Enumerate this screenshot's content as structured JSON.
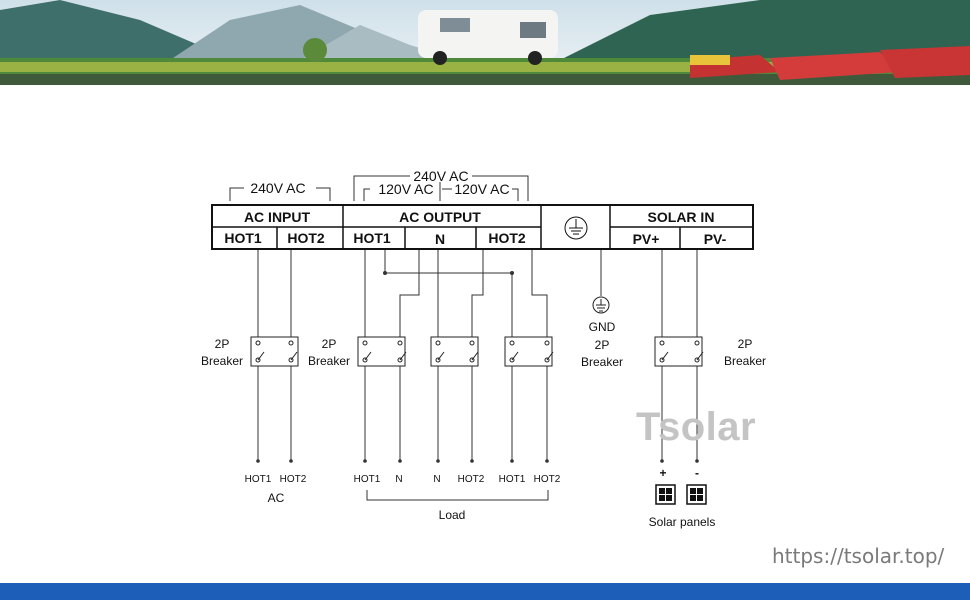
{
  "header": {
    "ac_input_voltage": "240V  AC",
    "ac_output_total": "240V  AC",
    "ac_output_split1": "120V AC",
    "ac_output_split2": "120V AC"
  },
  "terminal_block": {
    "ac_input": "AC INPUT",
    "ac_output": "AC OUTPUT",
    "solar_in": "SOLAR IN",
    "terminals": [
      "HOT1",
      "HOT2",
      "HOT1",
      "N",
      "HOT2",
      "PV+",
      "PV-"
    ]
  },
  "breakers": {
    "left_label": [
      "2P",
      "Breaker"
    ],
    "middle_label": [
      "2P",
      "Breaker"
    ],
    "ground_label": [
      "GND",
      "2P",
      "Breaker"
    ],
    "right_label": [
      "2P",
      "Breaker"
    ]
  },
  "bottom": {
    "ac_terminals": [
      "HOT1",
      "HOT2"
    ],
    "ac_label": "AC",
    "load_terminals": [
      "HOT1",
      "N",
      "N",
      "HOT2",
      "HOT1",
      "HOT2"
    ],
    "load_label": "Load",
    "solar_signs": [
      "+",
      "-"
    ],
    "solar_label": "Solar panels"
  },
  "watermark": "Tsolar",
  "url": "https://tsolar.top/",
  "colors": {
    "footer": "#1d5fb8",
    "line": "#333333"
  }
}
